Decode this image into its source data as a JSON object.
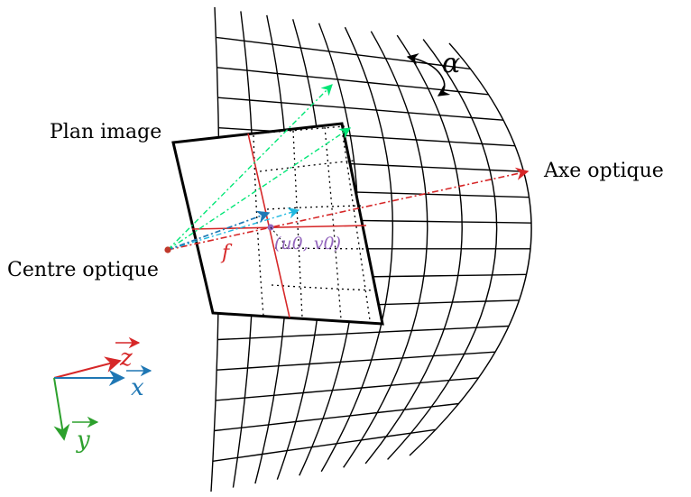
{
  "labels": {
    "image_plane": "Plan image",
    "optical_axis": "Axe optique",
    "optical_centre": "Centre optique",
    "focal": "f",
    "principal_point": "(u0, v0)",
    "angle": "α",
    "axis_x": "x",
    "axis_y": "y",
    "axis_z": "z"
  },
  "colors": {
    "outline": "#000000",
    "optical_axis": "#d62728",
    "x_axis": "#1f77b4",
    "y_axis": "#2ca02c",
    "z_axis": "#d62728",
    "principal_point": "#9467bd",
    "ray_green": "#00e676",
    "ray_cyan": "#1fb8e0"
  }
}
